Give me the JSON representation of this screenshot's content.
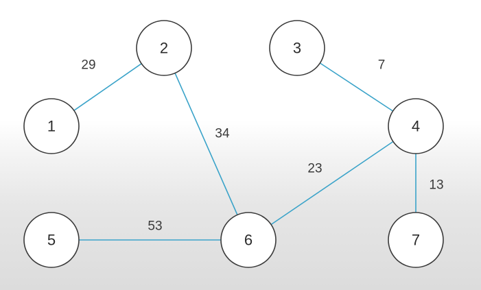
{
  "graph": {
    "nodes": [
      {
        "id": "1",
        "label": "1"
      },
      {
        "id": "2",
        "label": "2"
      },
      {
        "id": "3",
        "label": "3"
      },
      {
        "id": "4",
        "label": "4"
      },
      {
        "id": "5",
        "label": "5"
      },
      {
        "id": "6",
        "label": "6"
      },
      {
        "id": "7",
        "label": "7"
      }
    ],
    "edges": [
      {
        "from": "1",
        "to": "2",
        "weight": "29"
      },
      {
        "from": "2",
        "to": "6",
        "weight": "34"
      },
      {
        "from": "3",
        "to": "4",
        "weight": "7"
      },
      {
        "from": "4",
        "to": "6",
        "weight": "23"
      },
      {
        "from": "4",
        "to": "7",
        "weight": "13"
      },
      {
        "from": "5",
        "to": "6",
        "weight": "53"
      }
    ]
  },
  "colors": {
    "edge": "#3aa3c9",
    "node_stroke": "#3a3a3a",
    "node_fill": "#ffffff",
    "text": "#2b2b2b"
  }
}
